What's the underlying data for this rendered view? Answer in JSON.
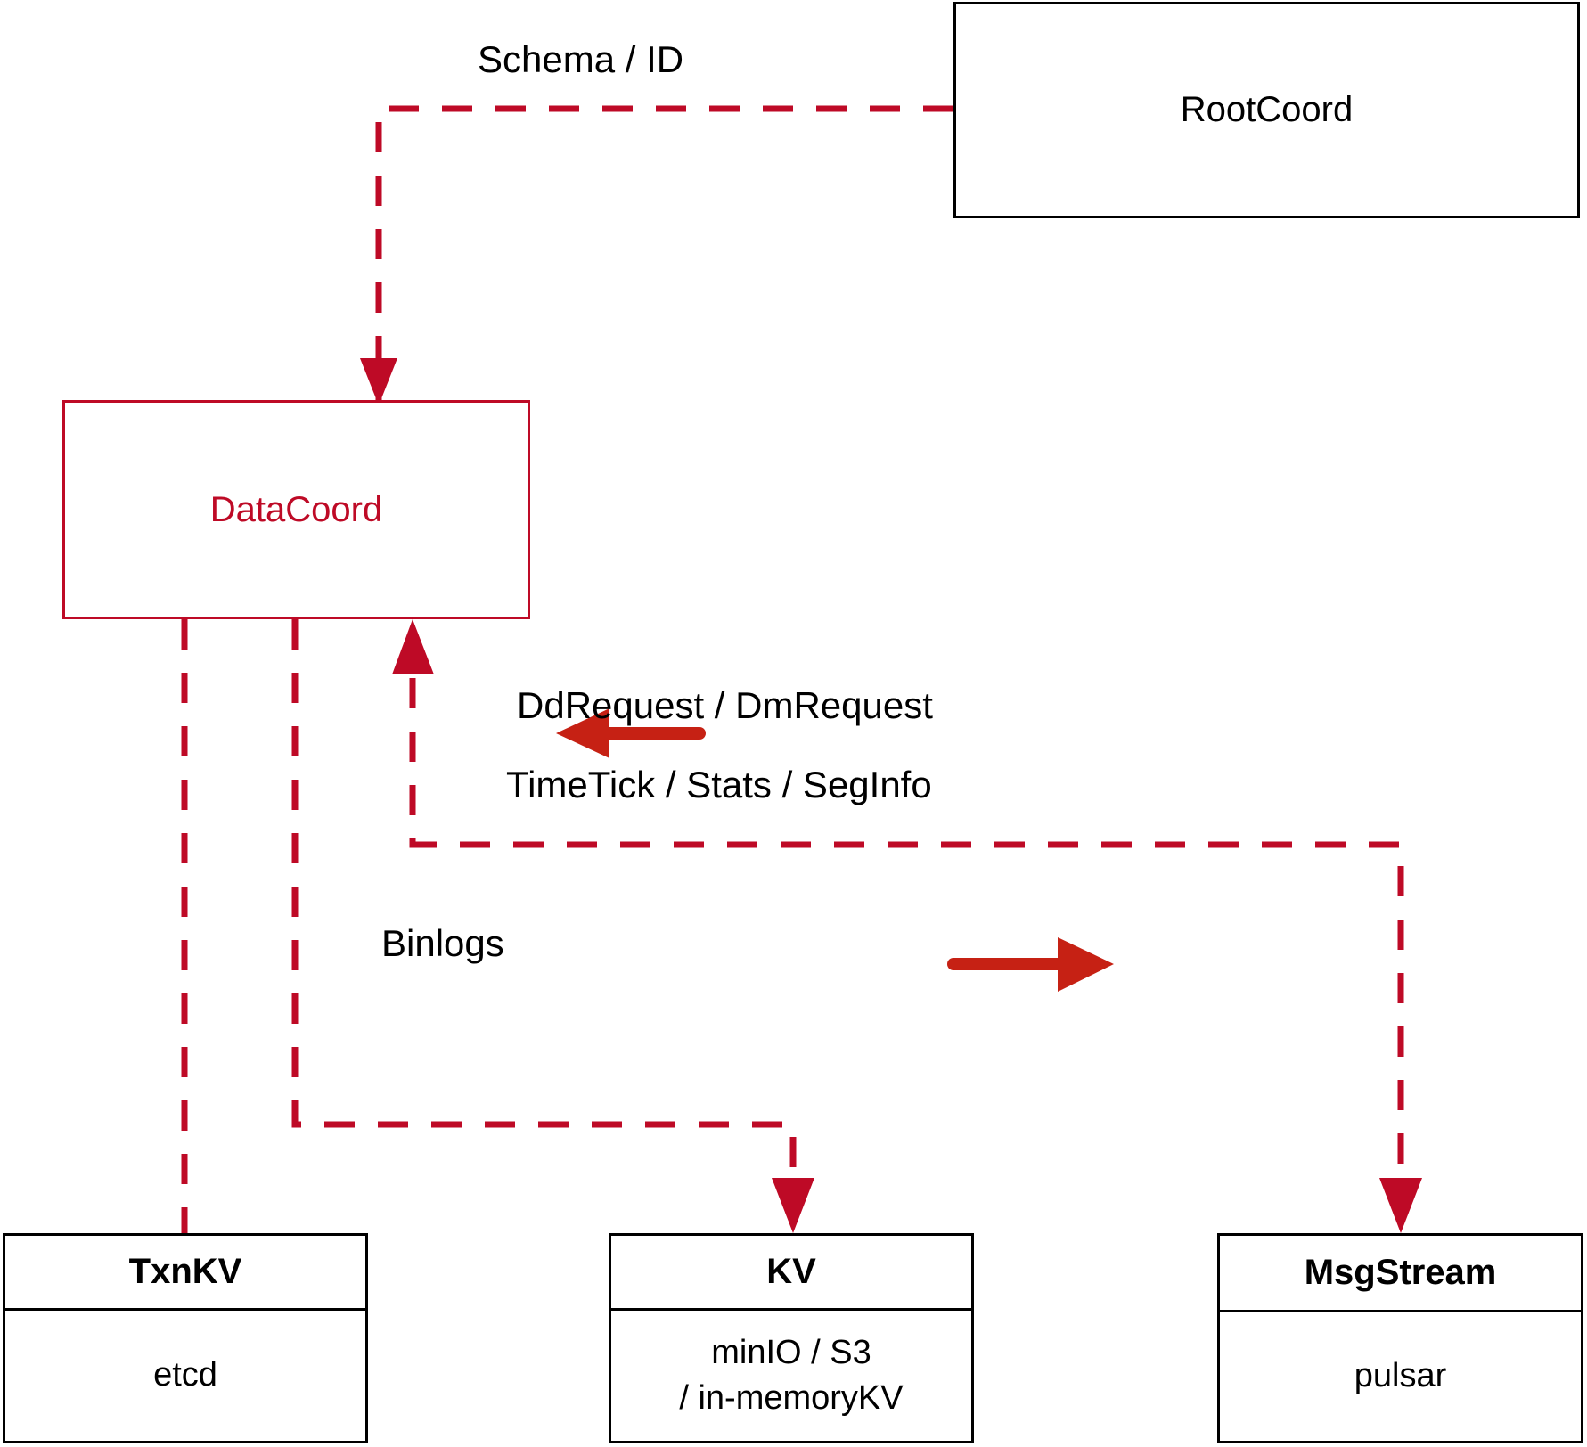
{
  "diagram": {
    "title": "DataCoord architecture diagram",
    "colors": {
      "accent_red": "#BE0A26",
      "arrow_red": "#C62114",
      "node_border_black": "#000000",
      "background": "#FFFFFF"
    },
    "nodes": [
      {
        "id": "rootcoord",
        "name": "RootCoord",
        "title": "RootCoord",
        "subtitle": "",
        "style": "black-node",
        "title_bold": false
      },
      {
        "id": "datacoord",
        "name": "DataCoord",
        "title": "DataCoord",
        "subtitle": "",
        "style": "red-node",
        "title_bold": false
      },
      {
        "id": "txnkv",
        "name": "TxnKV",
        "title": "TxnKV",
        "subtitle_line1": "etcd",
        "subtitle_line2": "",
        "style": "black-node",
        "title_bold": true
      },
      {
        "id": "kv",
        "name": "KV",
        "title": "KV",
        "subtitle_line1": "minIO / S3",
        "subtitle_line2": "/ in-memoryKV",
        "style": "black-node",
        "title_bold": true
      },
      {
        "id": "msgstream",
        "name": "MsgStream",
        "title": "MsgStream",
        "subtitle_line1": "pulsar",
        "subtitle_line2": "",
        "style": "black-node",
        "title_bold": true
      }
    ],
    "edge_labels": [
      {
        "id": "schema-id",
        "text": "Schema / ID"
      },
      {
        "id": "dd-dm-request",
        "text": "DdRequest / DmRequest"
      },
      {
        "id": "timetick-stats-seginfo",
        "text": "TimeTick / Stats / SegInfo"
      },
      {
        "id": "binlogs",
        "text": "Binlogs"
      }
    ]
  }
}
